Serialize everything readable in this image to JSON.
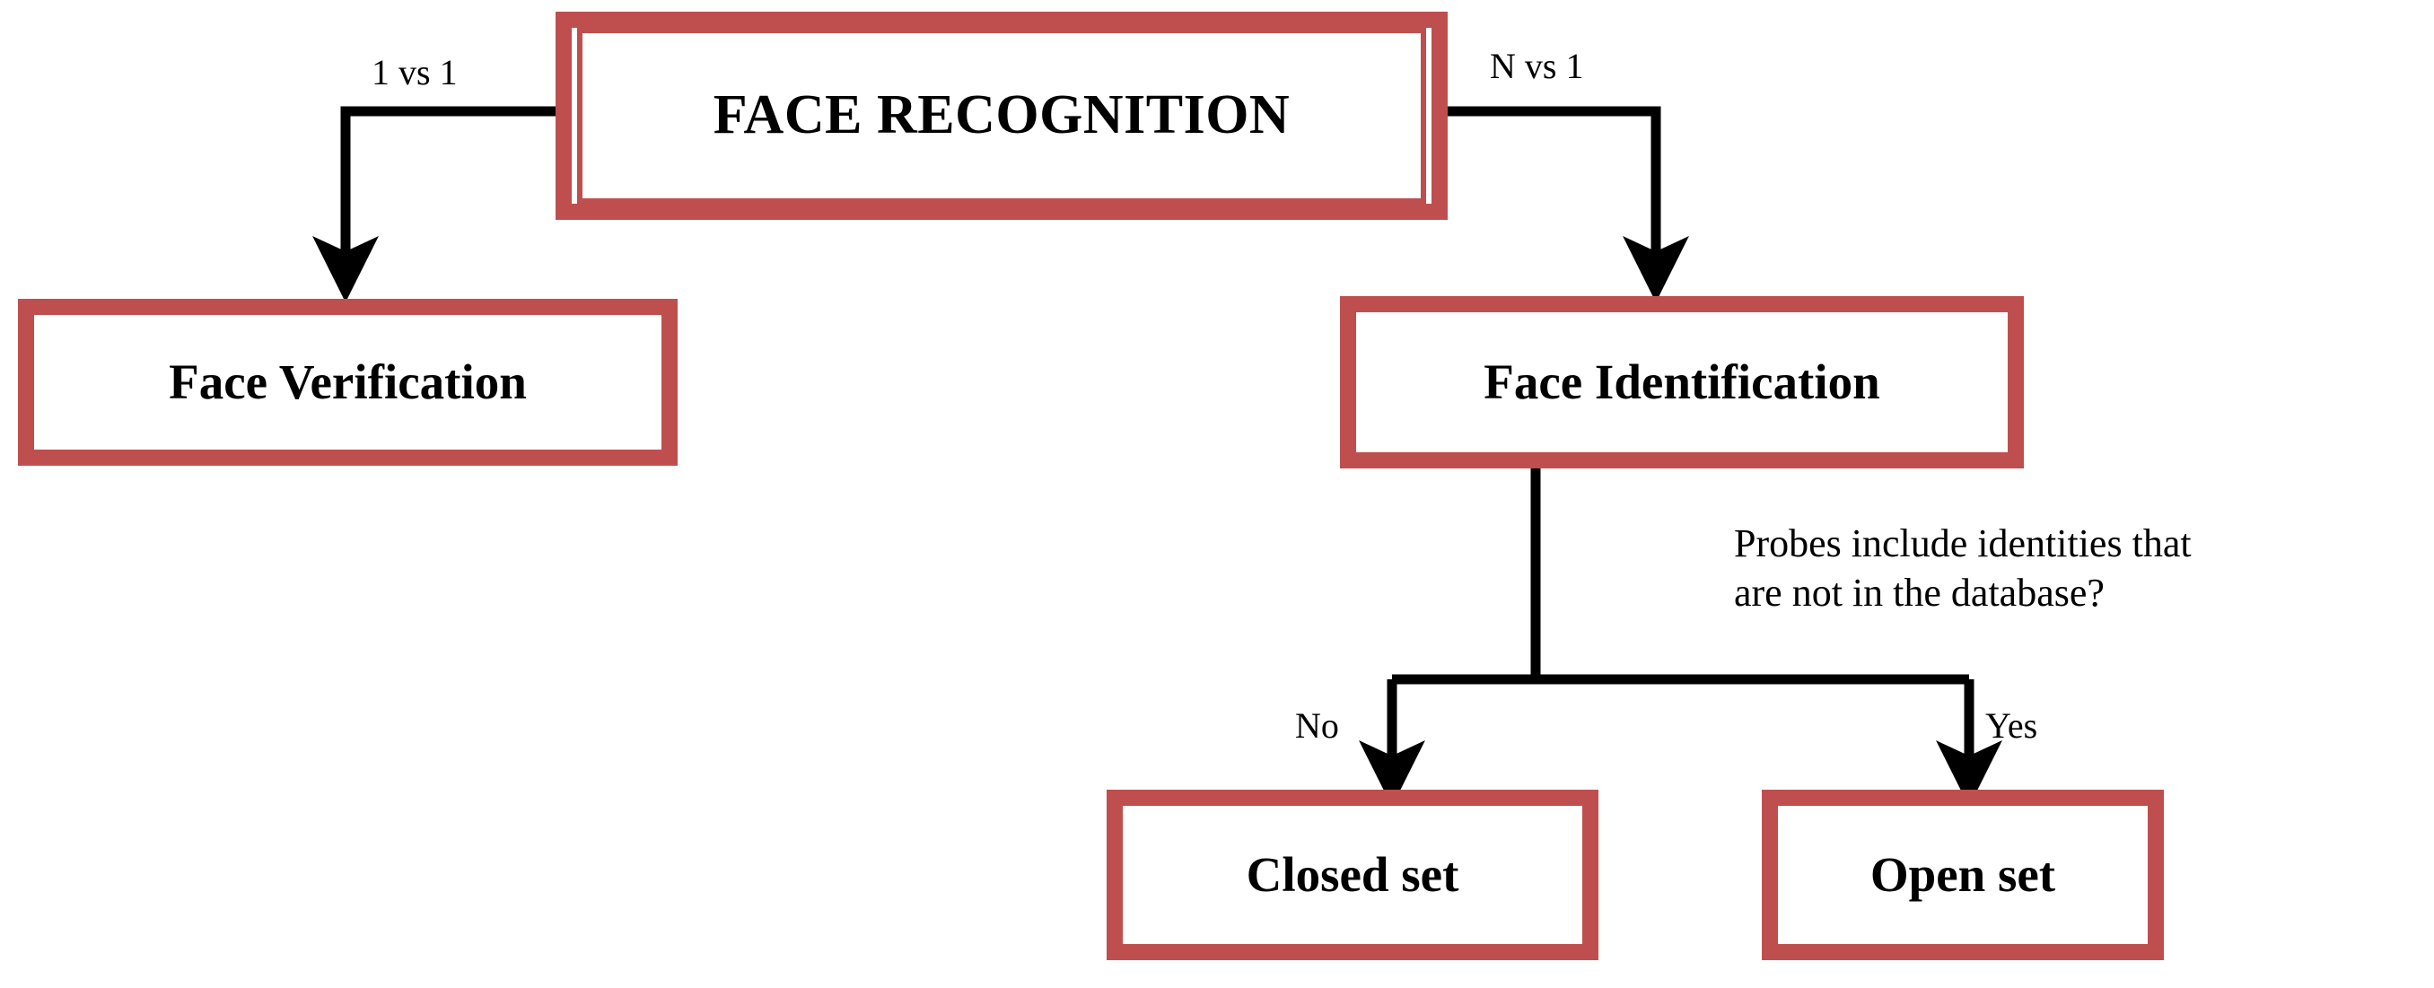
{
  "diagram": {
    "title": "Face Recognition taxonomy flowchart",
    "accent_color": "#bf4f4f",
    "line_color": "#000000",
    "background": "#ffffff",
    "nodes": {
      "root": {
        "label": "FACE RECOGNITION"
      },
      "verification": {
        "label": "Face Verification"
      },
      "identification": {
        "label": "Face Identification"
      },
      "closed_set": {
        "label": "Closed set"
      },
      "open_set": {
        "label": "Open set"
      }
    },
    "edge_labels": {
      "one_vs_one": "1 vs 1",
      "n_vs_one": "N vs 1",
      "no": "No",
      "yes": "Yes"
    },
    "annotations": {
      "probe_question": "Probes include identities that\nare not in the database?"
    }
  }
}
